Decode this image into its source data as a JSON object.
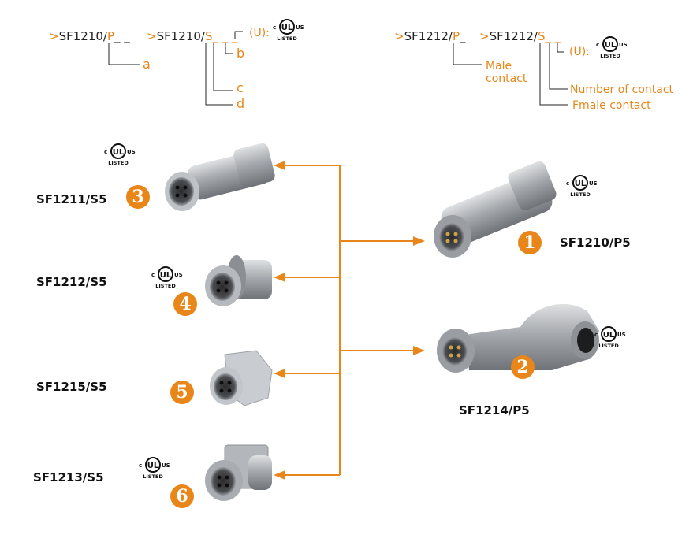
{
  "naming": {
    "left": {
      "code1_prefix": ">",
      "code1_base": "SF1210/",
      "code1_letter": "P",
      "code1_suffix": "_ _",
      "code2_prefix": ">",
      "code2_base": "SF1210/",
      "code2_letter": "S",
      "code2_suffix": "_ _ _",
      "ul_suffix": "(U):",
      "labels": {
        "a": "a",
        "b": "b",
        "c": "c",
        "d": "d"
      }
    },
    "right": {
      "code1_prefix": ">",
      "code1_base": "SF1212/",
      "code1_letter": "P",
      "code1_suffix": "_",
      "code2_prefix": ">",
      "code2_base": "SF1212/",
      "code2_letter": "S",
      "code2_suffix": "_ _",
      "ul_suffix": "(U):",
      "labels": {
        "male_line1": "Male",
        "male_line2": "contact",
        "number": "Number of contact",
        "female": "Fmale contact"
      }
    }
  },
  "ul_mark": {
    "c": "c",
    "ul": "UL",
    "us": "US",
    "listed": "LISTED"
  },
  "products": [
    {
      "number": "1",
      "name": "SF1210/P5",
      "type": "plug-straight",
      "ul_listed": true
    },
    {
      "number": "2",
      "name": "SF1214/P5",
      "type": "plug-right-angle",
      "ul_listed": true
    },
    {
      "number": "3",
      "name": "SF1211/S5",
      "type": "socket-cable",
      "ul_listed": true
    },
    {
      "number": "4",
      "name": "SF1212/S5",
      "type": "socket-rear-mount",
      "ul_listed": true
    },
    {
      "number": "5",
      "name": "SF1215/S5",
      "type": "socket-front-mount",
      "ul_listed": false
    },
    {
      "number": "6",
      "name": "SF1213/S5",
      "type": "socket-square-flange",
      "ul_listed": true
    }
  ],
  "colors": {
    "accent": "#e8861a",
    "text": "#111111",
    "metal": "#a9acb0"
  }
}
